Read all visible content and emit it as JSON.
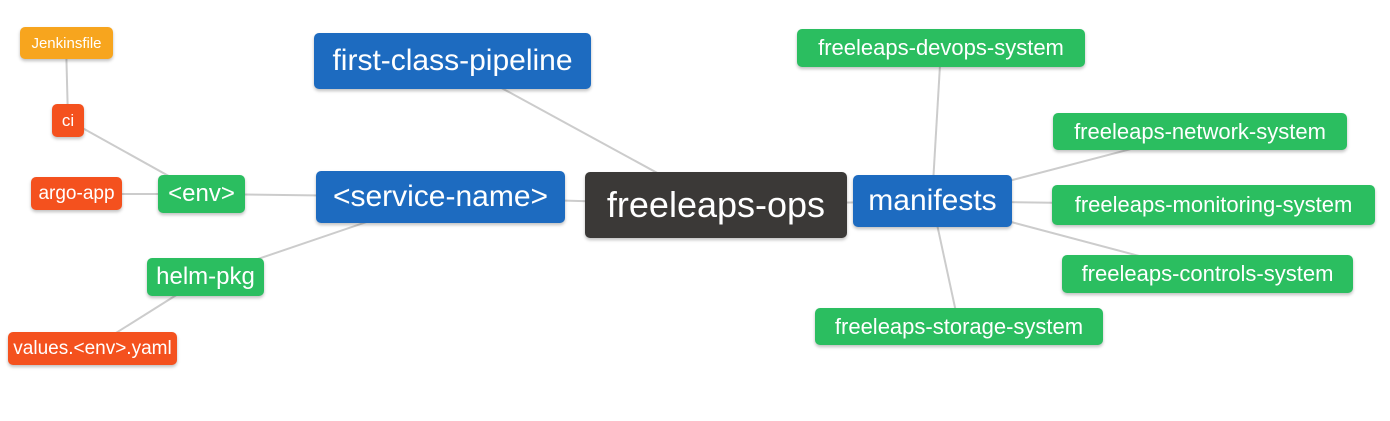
{
  "colors": {
    "root": "#3b3937",
    "blue": "#1d6bc0",
    "green": "#2bbe60",
    "red": "#f4511e",
    "amber": "#f7a51e",
    "edge": "#cccccc",
    "text": "#ffffff",
    "background": "#ffffff"
  },
  "nodes": [
    {
      "id": "jenkinsfile",
      "label": "Jenkinsfile",
      "color": "amber",
      "depth": 4
    },
    {
      "id": "ci",
      "label": "ci",
      "color": "red",
      "depth": 3
    },
    {
      "id": "argo-app",
      "label": "argo-app",
      "color": "red",
      "depth": 3
    },
    {
      "id": "env",
      "label": "<env>",
      "color": "green",
      "depth": 2
    },
    {
      "id": "helm-pkg",
      "label": "helm-pkg",
      "color": "green",
      "depth": 2
    },
    {
      "id": "values-env-yaml",
      "label": "values.<env>.yaml",
      "color": "red",
      "depth": 3
    },
    {
      "id": "first-class-pipeline",
      "label": "first-class-pipeline",
      "color": "blue",
      "depth": 1
    },
    {
      "id": "service-name",
      "label": "<service-name>",
      "color": "blue",
      "depth": 1
    },
    {
      "id": "freeleaps-ops",
      "label": "freeleaps-ops",
      "color": "root",
      "depth": 0
    },
    {
      "id": "manifests",
      "label": "manifests",
      "color": "blue",
      "depth": 1
    },
    {
      "id": "devops-system",
      "label": "freeleaps-devops-system",
      "color": "green",
      "depth": 2
    },
    {
      "id": "network-system",
      "label": "freeleaps-network-system",
      "color": "green",
      "depth": 2
    },
    {
      "id": "monitoring-system",
      "label": "freeleaps-monitoring-system",
      "color": "green",
      "depth": 2
    },
    {
      "id": "controls-system",
      "label": "freeleaps-controls-system",
      "color": "green",
      "depth": 2
    },
    {
      "id": "storage-system",
      "label": "freeleaps-storage-system",
      "color": "green",
      "depth": 2
    }
  ],
  "edges": [
    {
      "from": "jenkinsfile",
      "to": "ci"
    },
    {
      "from": "ci",
      "to": "env"
    },
    {
      "from": "argo-app",
      "to": "env"
    },
    {
      "from": "env",
      "to": "service-name"
    },
    {
      "from": "helm-pkg",
      "to": "service-name"
    },
    {
      "from": "values-env-yaml",
      "to": "helm-pkg"
    },
    {
      "from": "service-name",
      "to": "freeleaps-ops"
    },
    {
      "from": "first-class-pipeline",
      "to": "freeleaps-ops"
    },
    {
      "from": "freeleaps-ops",
      "to": "manifests"
    },
    {
      "from": "manifests",
      "to": "devops-system"
    },
    {
      "from": "manifests",
      "to": "network-system"
    },
    {
      "from": "manifests",
      "to": "monitoring-system"
    },
    {
      "from": "manifests",
      "to": "controls-system"
    },
    {
      "from": "manifests",
      "to": "storage-system"
    }
  ]
}
